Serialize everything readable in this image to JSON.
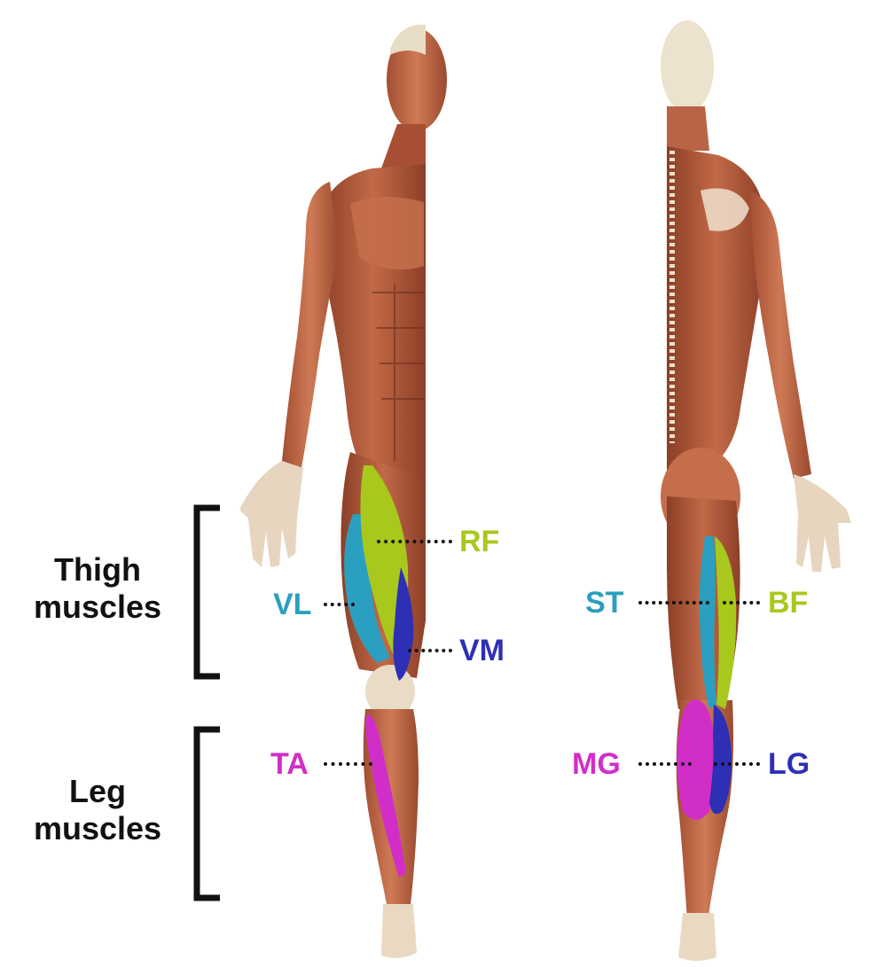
{
  "groups": {
    "thigh": "Thigh\nmuscles",
    "leg": "Leg\nmuscles"
  },
  "labels": {
    "rf": "RF",
    "vl": "VL",
    "vm": "VM",
    "ta": "TA",
    "st": "ST",
    "bf": "BF",
    "mg": "MG",
    "lg": "LG"
  },
  "colors": {
    "rf": "#a8c81e",
    "vl": "#2b9fbf",
    "vm": "#2d2fb5",
    "ta": "#d12ec8",
    "st": "#2b9fbf",
    "bf": "#a8c81e",
    "mg": "#d12ec8",
    "lg": "#2d2fb5",
    "muscle": "#b5603f",
    "muscle_dark": "#8c3f28",
    "skin_bone": "#efe2cf"
  },
  "views": [
    "anterior-view",
    "posterior-view"
  ]
}
